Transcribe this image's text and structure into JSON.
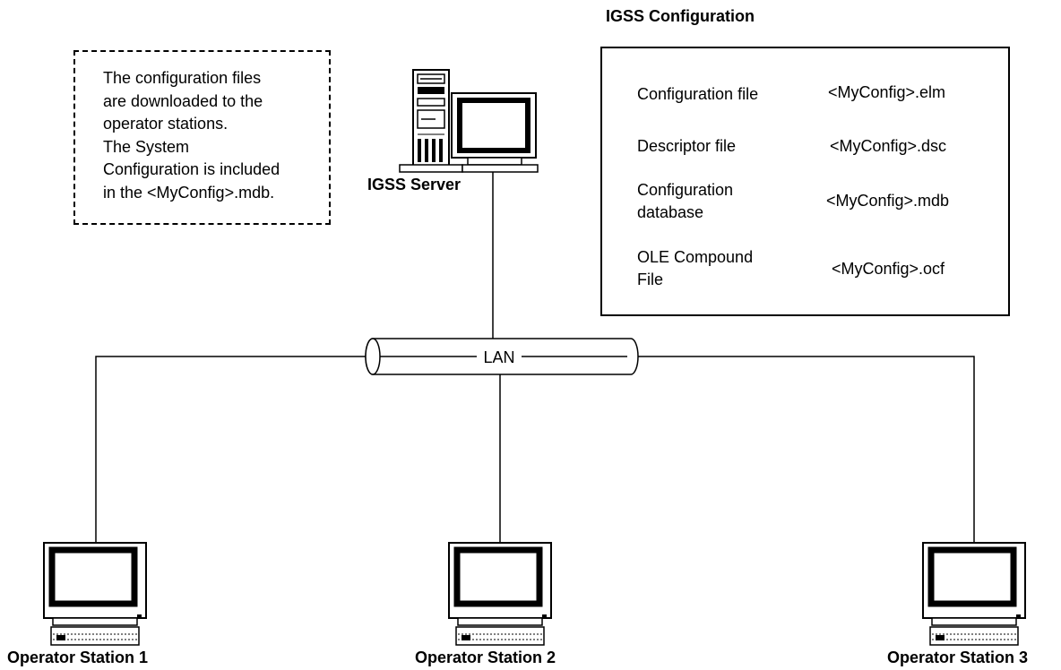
{
  "note": {
    "lines": [
      "The configuration files",
      "are downloaded to the",
      "operator stations.",
      "The System",
      "Configuration is included",
      "in the <MyConfig>.mdb."
    ]
  },
  "config": {
    "title": "IGSS Configuration",
    "rows": [
      {
        "label": "Configuration file",
        "value": "<MyConfig>.elm"
      },
      {
        "label": "Descriptor file",
        "value": "<MyConfig>.dsc"
      },
      {
        "label": "Configuration\ndatabase",
        "value": "<MyConfig>.mdb"
      },
      {
        "label": "OLE Compound\nFile",
        "value": "<MyConfig>.ocf"
      }
    ]
  },
  "server": {
    "label": "IGSS Server"
  },
  "network": {
    "label": "LAN"
  },
  "stations": [
    {
      "label": "Operator Station 1"
    },
    {
      "label": "Operator Station 2"
    },
    {
      "label": "Operator Station 3"
    }
  ],
  "icons": {
    "server": "server-tower-icon",
    "monitor": "monitor-icon",
    "keyboard": "keyboard-icon",
    "cable": "lan-cable-icon"
  }
}
